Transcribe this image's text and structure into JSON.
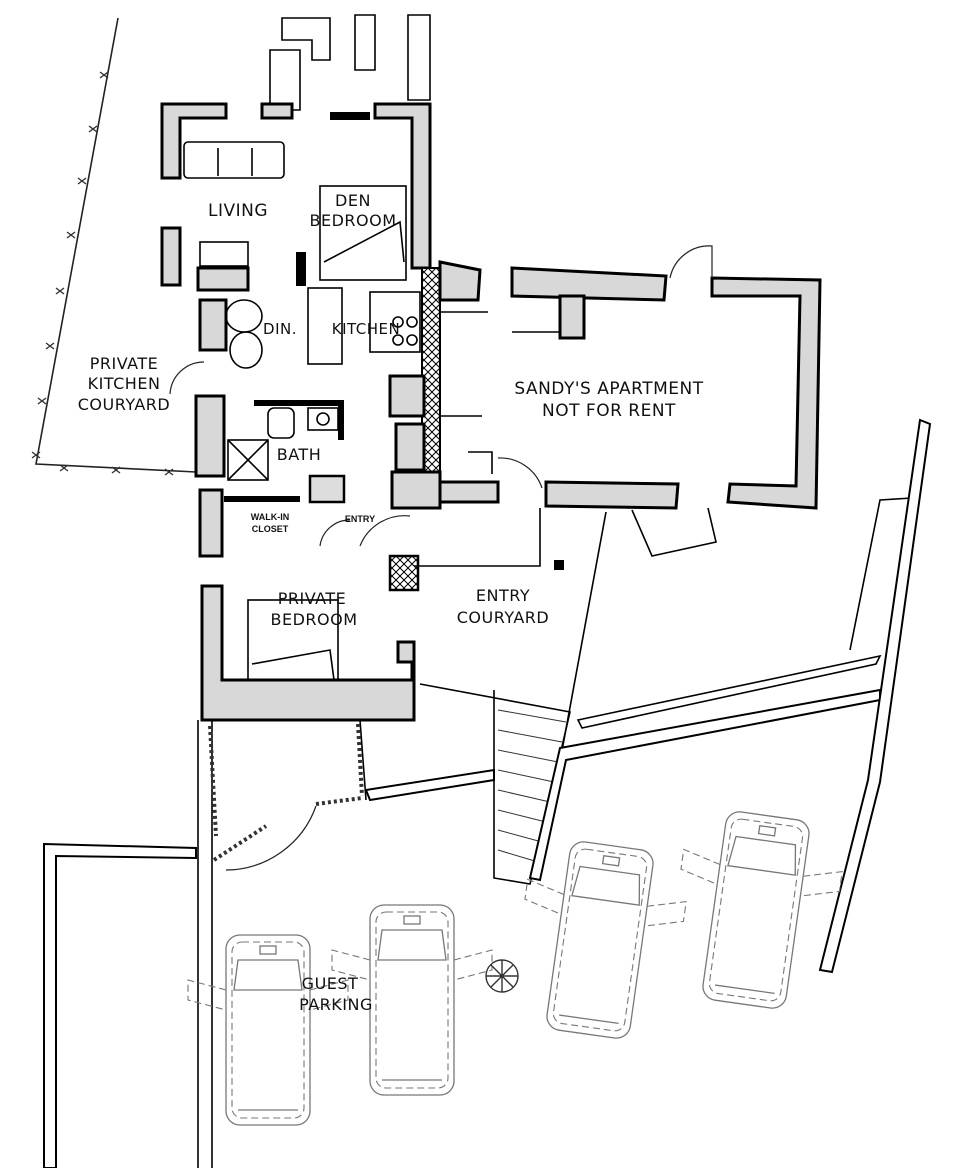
{
  "plan": {
    "rooms": {
      "living": "LIVING",
      "den_line1": "DEN",
      "den_line2": "BEDROOM",
      "dining": "DIN.",
      "kitchen": "KITCHEN",
      "apartment_line1": "SANDY'S APARTMENT",
      "apartment_line2": "NOT FOR RENT",
      "kitchen_courtyard_line1": "PRIVATE",
      "kitchen_courtyard_line2": "KITCHEN",
      "kitchen_courtyard_line3": "COURYARD",
      "bath": "BATH",
      "closet_line1": "WALK-IN",
      "closet_line2": "CLOSET",
      "entry": "ENTRY",
      "bedroom_line1": "PRIVATE",
      "bedroom_line2": "BEDROOM",
      "entry_courtyard_line1": "ENTRY",
      "entry_courtyard_line2": "COURYARD",
      "parking_line1": "GUEST",
      "parking_line2": "PARKING"
    },
    "colors": {
      "wall_fill": "#d8d8d8",
      "line": "#000000",
      "car_line": "#777777"
    }
  }
}
